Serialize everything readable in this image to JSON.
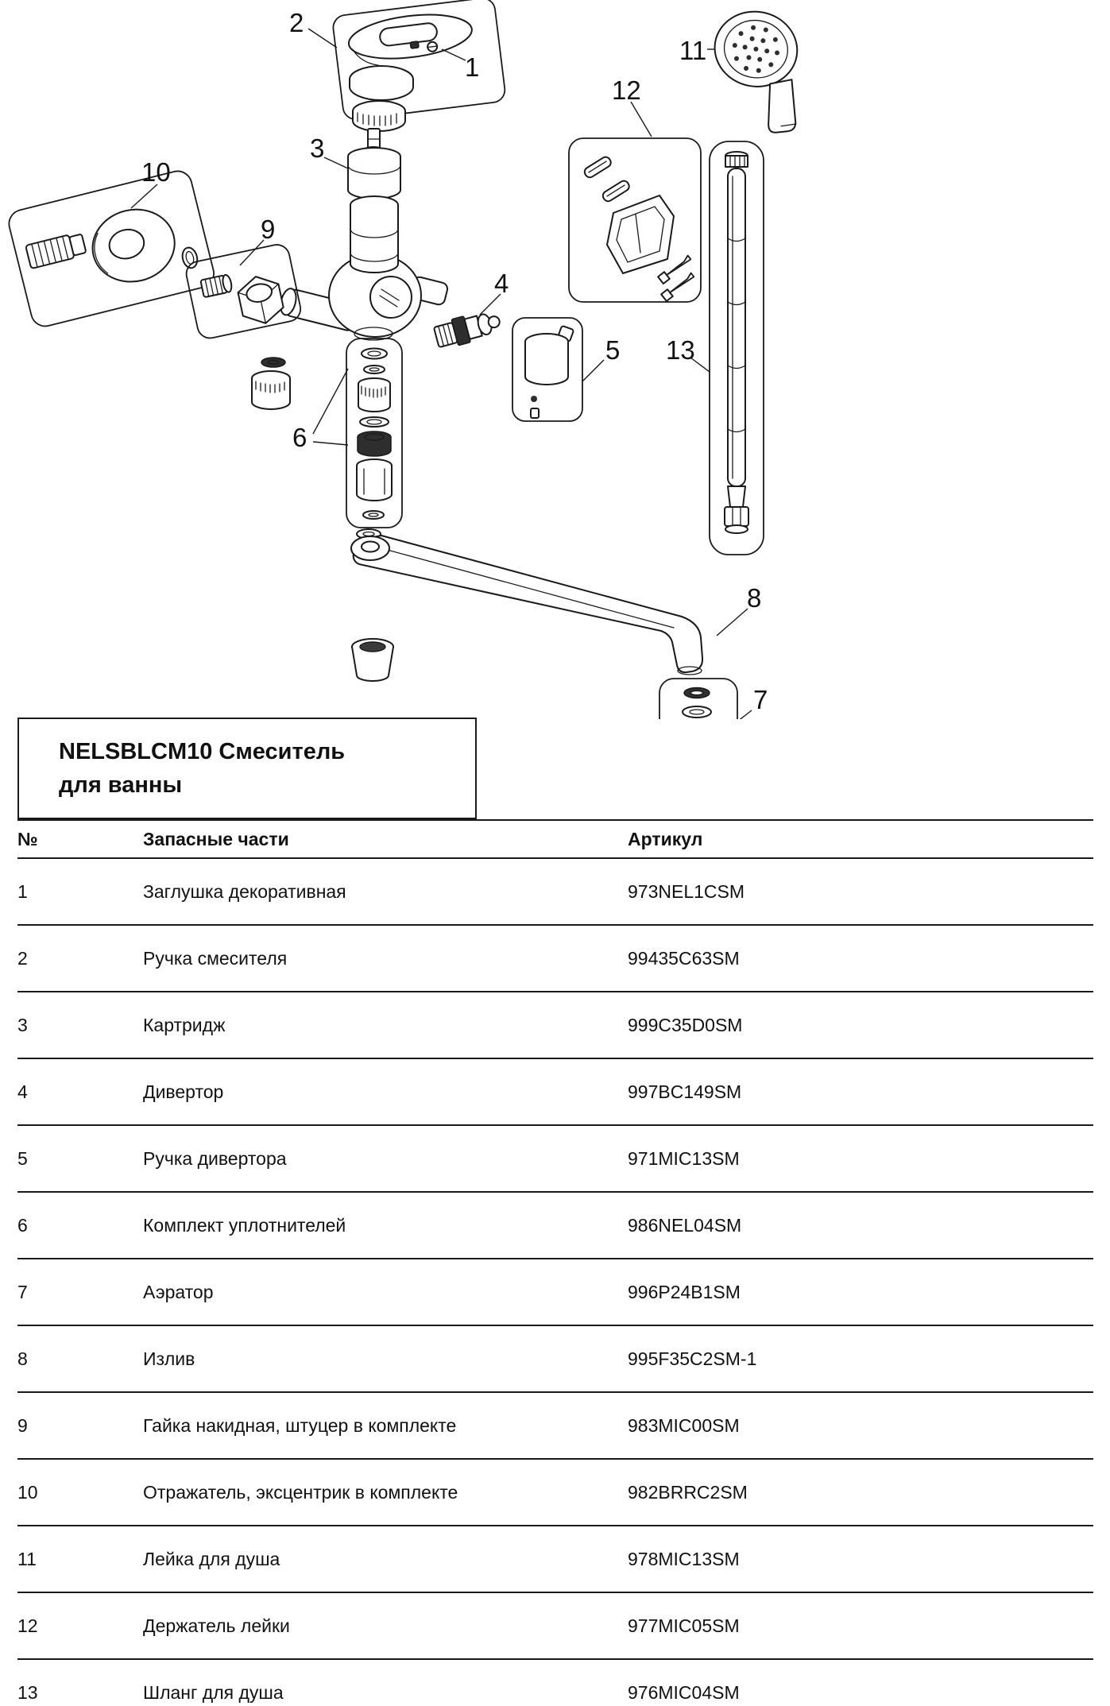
{
  "product": {
    "title_line1": "NELSBLCM10 Смеситель",
    "title_line2": "для ванны"
  },
  "table": {
    "headers": {
      "num": "№",
      "name": "Запасные части",
      "article": "Артикул"
    },
    "rows": [
      {
        "num": "1",
        "name": "Заглушка декоративная",
        "art": "973NEL1CSM"
      },
      {
        "num": "2",
        "name": "Ручка смесителя",
        "art": "99435C63SM"
      },
      {
        "num": "3",
        "name": "Картридж",
        "art": "999C35D0SM"
      },
      {
        "num": "4",
        "name": "Дивертор",
        "art": "997BC149SM"
      },
      {
        "num": "5",
        "name": "Ручка дивертора",
        "art": "971MIC13SM"
      },
      {
        "num": "6",
        "name": "Комплект уплотнителей",
        "art": "986NEL04SM"
      },
      {
        "num": "7",
        "name": "Аэратор",
        "art": "996P24B1SM"
      },
      {
        "num": "8",
        "name": "Излив",
        "art": "995F35C2SM-1"
      },
      {
        "num": "9",
        "name": "Гайка накидная, штуцер в комплекте",
        "art": "983MIC00SM"
      },
      {
        "num": "10",
        "name": "Отражатель, эксцентрик в комплекте",
        "art": "982BRRC2SM"
      },
      {
        "num": "11",
        "name": "Лейка для душа",
        "art": "978MIC13SM"
      },
      {
        "num": "12",
        "name": "Держатель лейки",
        "art": "977MIC05SM"
      },
      {
        "num": "13",
        "name": "Шланг для душа",
        "art": "976MIC04SM"
      }
    ]
  },
  "diagram": {
    "callouts": [
      "1",
      "2",
      "3",
      "4",
      "5",
      "6",
      "7",
      "8",
      "9",
      "10",
      "11",
      "12",
      "13"
    ],
    "ink_color": "#1a1a1a",
    "dark_fill_color": "#2e2e2e"
  }
}
